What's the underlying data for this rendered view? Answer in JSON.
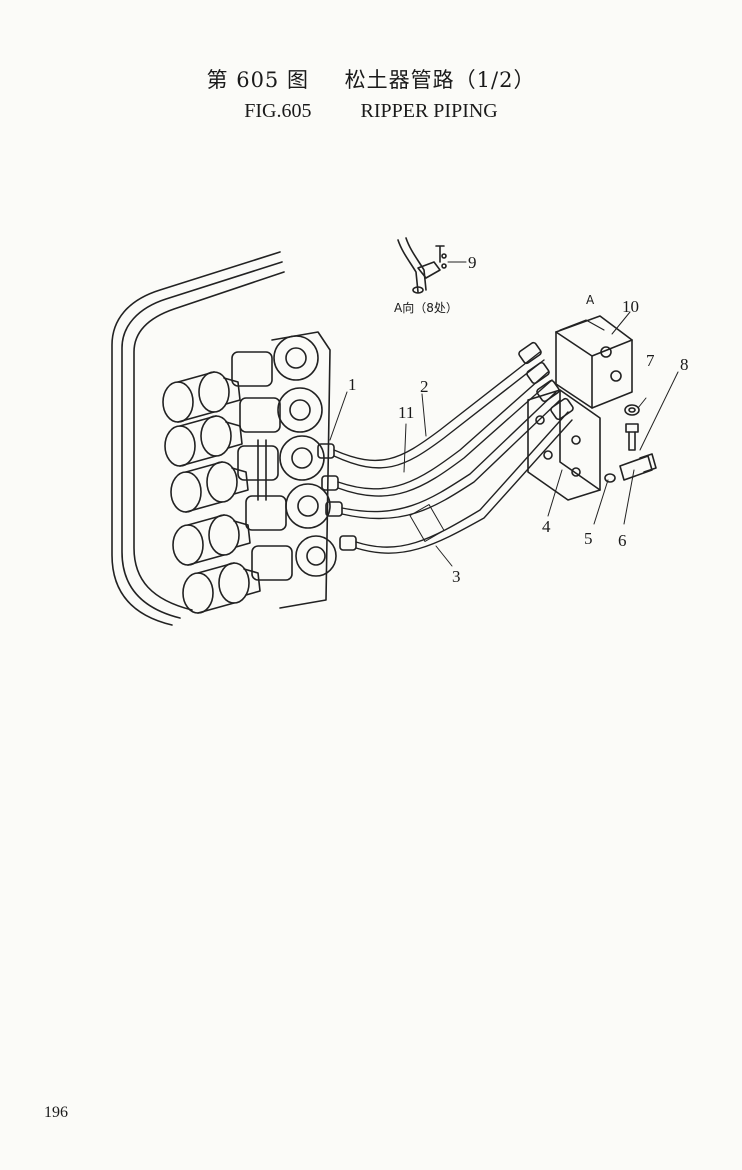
{
  "header": {
    "cn_fig": "第 605 图",
    "cn_title": "松土器管路（1/2）",
    "en_fig": "FIG.605",
    "en_title": "RIPPER PIPING"
  },
  "view_note": "A向（8处）",
  "view_marker": "A",
  "callouts": [
    "1",
    "2",
    "3",
    "4",
    "5",
    "6",
    "7",
    "8",
    "9",
    "10",
    "11"
  ],
  "page_number": "196"
}
